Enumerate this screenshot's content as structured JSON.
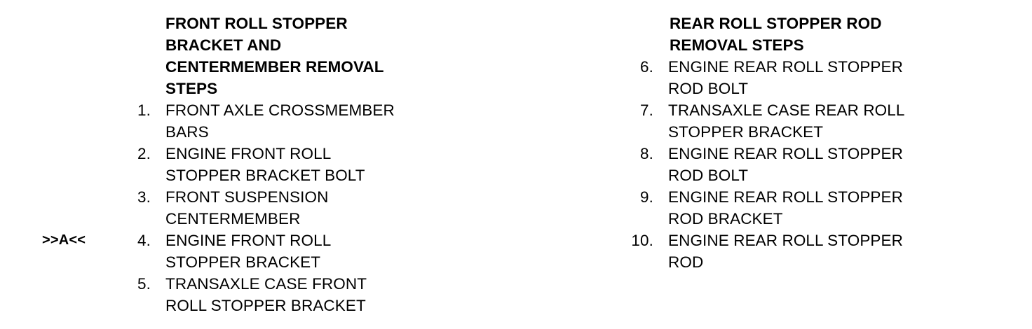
{
  "document": {
    "background_color": "#ffffff",
    "text_color": "#000000"
  },
  "columns": {
    "left": {
      "heading": "FRONT ROLL STOPPER\nBRACKET AND\nCENTERMEMBER REMOVAL\nSTEPS",
      "steps": [
        {
          "number": "1.",
          "marker": "",
          "text": "FRONT AXLE CROSSMEMBER\nBARS"
        },
        {
          "number": "2.",
          "marker": "",
          "text": "ENGINE FRONT ROLL\nSTOPPER BRACKET BOLT"
        },
        {
          "number": "3.",
          "marker": "",
          "text": "FRONT SUSPENSION\nCENTERMEMBER"
        },
        {
          "number": "4.",
          "marker": ">>A<<",
          "text": "ENGINE FRONT ROLL\nSTOPPER BRACKET"
        },
        {
          "number": "5.",
          "marker": "",
          "text": "TRANSAXLE CASE FRONT\nROLL STOPPER BRACKET"
        }
      ]
    },
    "right": {
      "heading": "REAR ROLL STOPPER ROD\nREMOVAL STEPS",
      "steps": [
        {
          "number": "6.",
          "marker": "",
          "text": "ENGINE REAR ROLL STOPPER\nROD BOLT"
        },
        {
          "number": "7.",
          "marker": "",
          "text": "TRANSAXLE CASE REAR ROLL\nSTOPPER BRACKET"
        },
        {
          "number": "8.",
          "marker": "",
          "text": "ENGINE REAR ROLL STOPPER\nROD BOLT"
        },
        {
          "number": "9.",
          "marker": "",
          "text": "ENGINE REAR ROLL STOPPER\nROD BRACKET"
        },
        {
          "number": "10.",
          "marker": "",
          "text": "ENGINE REAR ROLL STOPPER\nROD"
        }
      ]
    }
  }
}
